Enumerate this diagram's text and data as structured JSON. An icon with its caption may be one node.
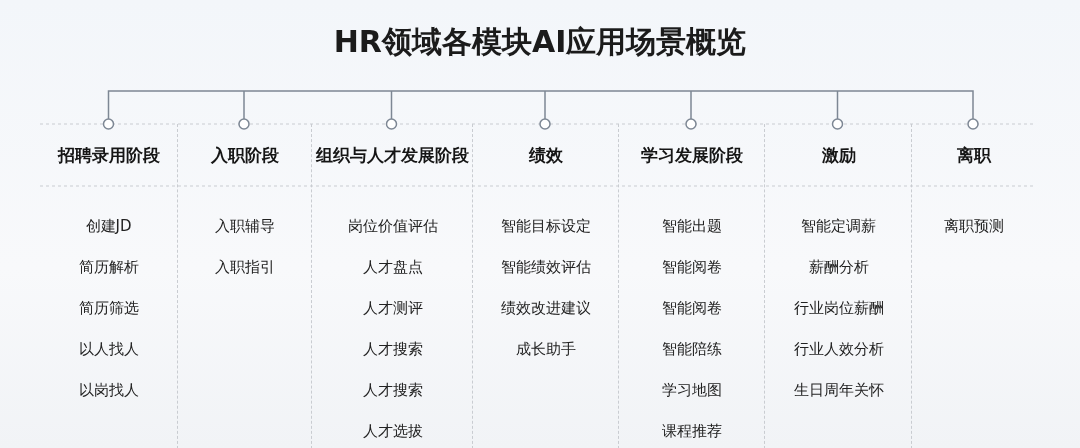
{
  "diagram": {
    "title": "HR领域各模块AI应用场景概览",
    "nodes": [
      {
        "text": [
          "招聘录用阶段",
          "创建JD",
          "简历解析",
          "简历筛选",
          "以人找人",
          "以岗找人"
        ]
      },
      {
        "text": [
          "入职阶段",
          "入职辅导",
          "入职指引"
        ]
      },
      {
        "text": [
          "组织与人才发展阶段",
          "岗位价值评估",
          "人才盘点",
          "人才测评",
          "人才搜索",
          "人才搜索",
          "人才选拔"
        ]
      },
      {
        "text": [
          "绩效",
          "智能目标设定",
          "智能绩效评估",
          "绩效改进建议",
          "成长助手"
        ]
      },
      {
        "text": [
          "学习发展阶段",
          "智能出题",
          "智能阅卷",
          "智能阅卷",
          "智能陪练",
          "学习地图",
          "课程推荐"
        ]
      },
      {
        "text": [
          "激励",
          "智能定调薪",
          "薪酬分析",
          "行业岗位薪酬",
          "行业人效分析",
          "生日周年关怀"
        ]
      },
      {
        "text": [
          "离职",
          "离职预测"
        ]
      }
    ]
  }
}
